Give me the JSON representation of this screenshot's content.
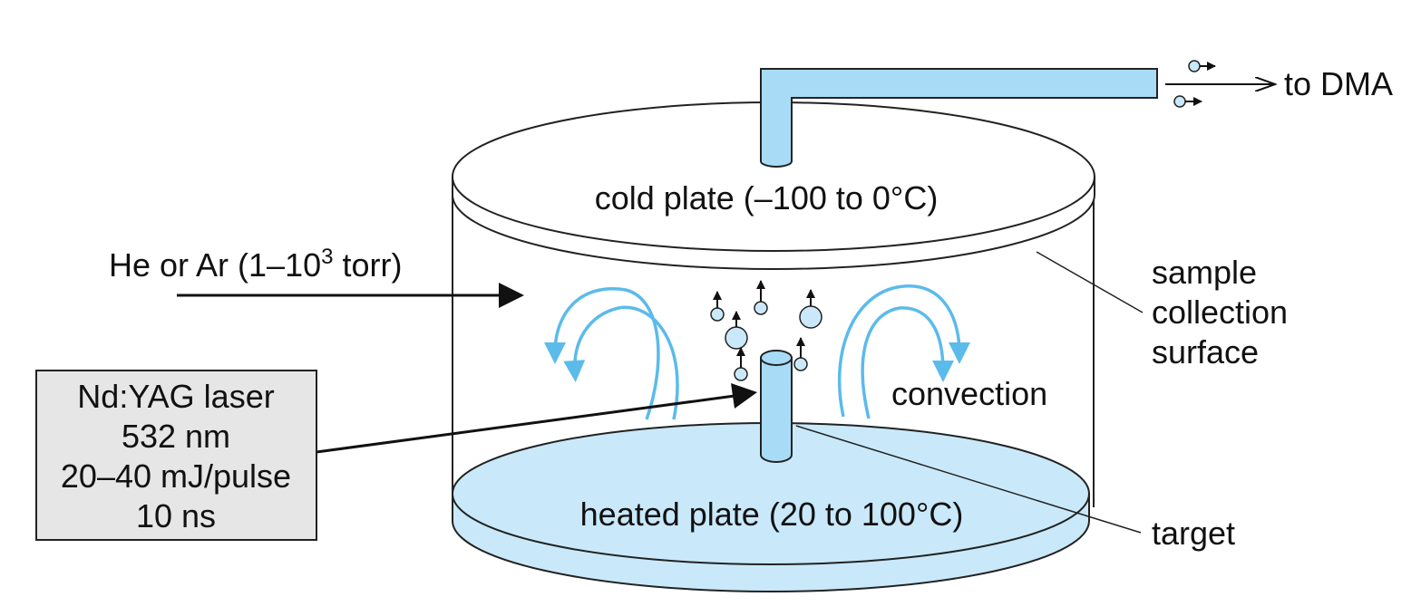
{
  "labels": {
    "outlet": "to DMA",
    "cold_plate": "cold plate (–100 to 0°C)",
    "gas_main": "He or Ar (1–10",
    "gas_exp": "3",
    "gas_tail": " torr)",
    "collection_1": "sample",
    "collection_2": "collection",
    "collection_3": "surface",
    "convection": "convection",
    "heated_plate": "heated plate (20 to 100°C)",
    "target": "target"
  },
  "laser": {
    "line1": "Nd:YAG laser",
    "line2": "532 nm",
    "line3": "20–40 mJ/pulse",
    "line4": "10 ns"
  },
  "colors": {
    "light_blue": "#c9e9fa",
    "tube_blue": "#a8dcf6",
    "arrow_blue": "#5bbbea",
    "stroke": "#222222",
    "laser_box": "#e6e6e6"
  }
}
